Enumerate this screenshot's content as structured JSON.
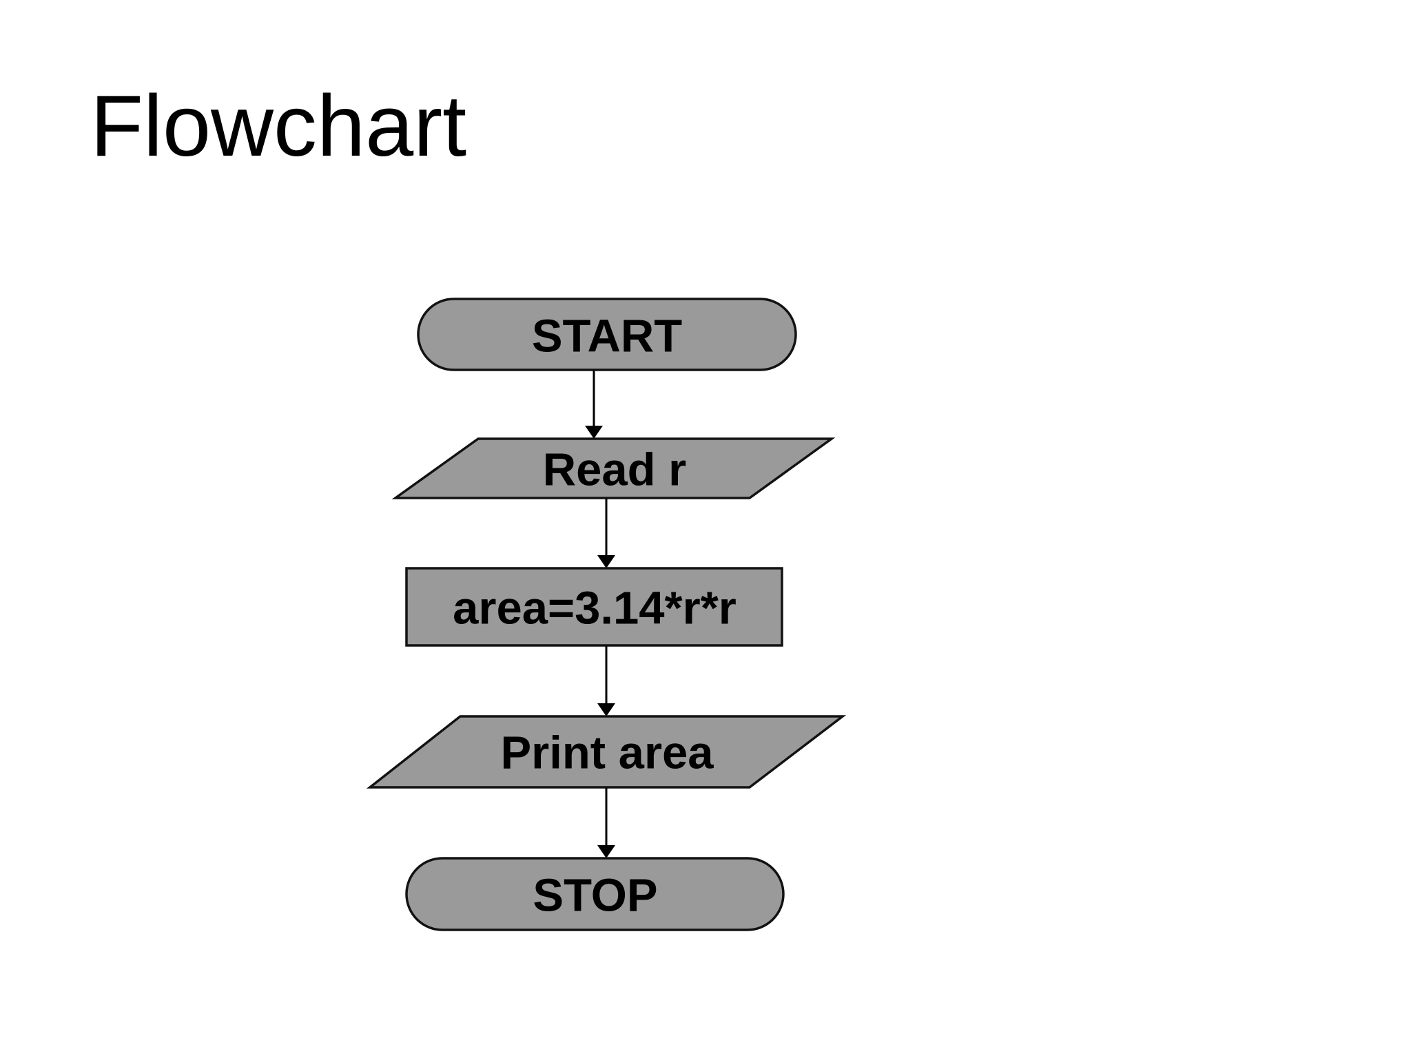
{
  "slide": {
    "title": "Flowchart",
    "colors": {
      "background": "#ffffff",
      "shape_fill": "#9a9a9a",
      "shape_border": "#121212",
      "text": "#000000",
      "arrow": "#000000"
    },
    "flowchart": {
      "nodes": [
        {
          "id": "start",
          "type": "terminator",
          "label": "START"
        },
        {
          "id": "read-r",
          "type": "input-output",
          "label": "Read r"
        },
        {
          "id": "compute",
          "type": "process",
          "label": "area=3.14*r*r"
        },
        {
          "id": "print",
          "type": "input-output",
          "label": "Print area"
        },
        {
          "id": "stop",
          "type": "terminator",
          "label": "STOP"
        }
      ],
      "edges": [
        {
          "from": "start",
          "to": "read-r"
        },
        {
          "from": "read-r",
          "to": "compute"
        },
        {
          "from": "compute",
          "to": "print"
        },
        {
          "from": "print",
          "to": "stop"
        }
      ]
    }
  }
}
